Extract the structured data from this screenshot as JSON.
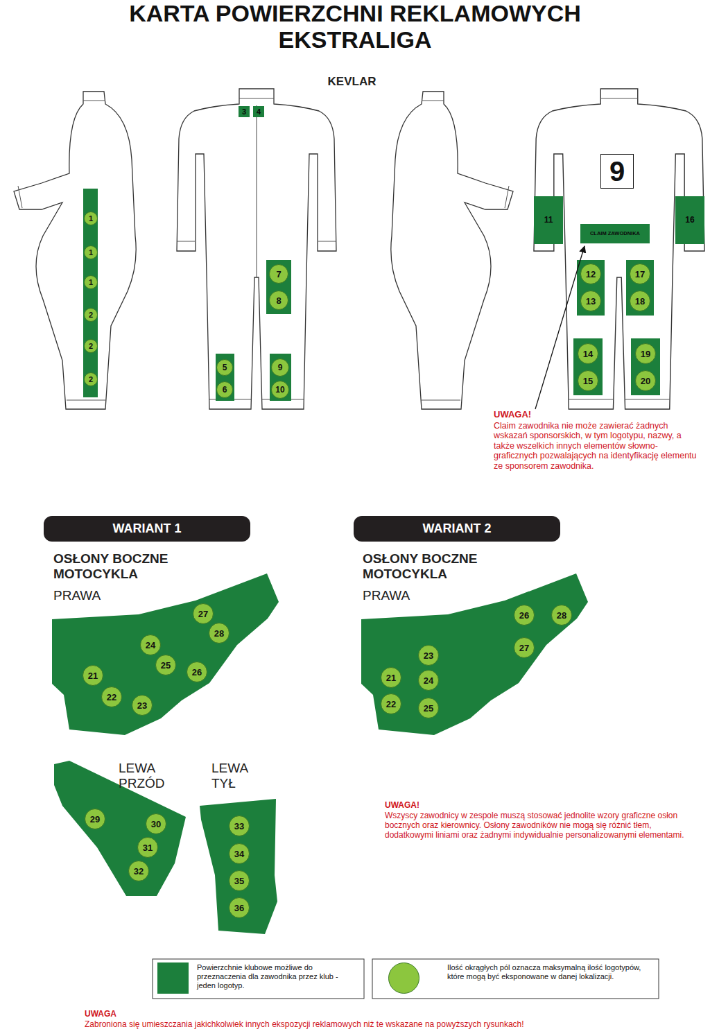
{
  "diagram": {
    "title": "KARTA POWIERZCHNI REKLAMOWYCH EKSTRALIGA",
    "nodes": [
      {
        "text": [
          "3"
        ]
      },
      {
        "text": [
          "4"
        ]
      },
      {
        "text": [
          "9"
        ]
      },
      {
        "text": [
          "1"
        ]
      },
      {
        "text": [
          "1"
        ]
      },
      {
        "text": [
          "1"
        ]
      },
      {
        "text": [
          "2"
        ]
      },
      {
        "text": [
          "2"
        ]
      },
      {
        "text": [
          "2"
        ]
      },
      {
        "text": [
          "7"
        ]
      },
      {
        "text": [
          "8"
        ]
      },
      {
        "text": [
          "5"
        ]
      },
      {
        "text": [
          "6"
        ]
      },
      {
        "text": [
          "9"
        ]
      },
      {
        "text": [
          "10"
        ]
      },
      {
        "text": [
          "11"
        ]
      },
      {
        "text": [
          "16"
        ]
      },
      {
        "text": [
          "CLAIM ZAWODNIKA"
        ]
      },
      {
        "text": [
          "12"
        ]
      },
      {
        "text": [
          "17"
        ]
      },
      {
        "text": [
          "13"
        ]
      },
      {
        "text": [
          "18"
        ]
      },
      {
        "text": [
          "14"
        ]
      },
      {
        "text": [
          "19"
        ]
      },
      {
        "text": [
          "15"
        ]
      },
      {
        "text": [
          "20"
        ]
      },
      {
        "text": [
          "WARIANT 1"
        ]
      },
      {
        "text": [
          "WARIANT 2"
        ]
      },
      {
        "text": [
          "27"
        ]
      },
      {
        "text": [
          "28"
        ]
      },
      {
        "text": [
          "24"
        ]
      },
      {
        "text": [
          "25"
        ]
      },
      {
        "text": [
          "26"
        ]
      },
      {
        "text": [
          "21"
        ]
      },
      {
        "text": [
          "22"
        ]
      },
      {
        "text": [
          "23"
        ]
      },
      {
        "text": [
          "26"
        ]
      },
      {
        "text": [
          "28"
        ]
      },
      {
        "text": [
          "27"
        ]
      },
      {
        "text": [
          "23"
        ]
      },
      {
        "text": [
          "21"
        ]
      },
      {
        "text": [
          "24"
        ]
      },
      {
        "text": [
          "22"
        ]
      },
      {
        "text": [
          "25"
        ]
      },
      {
        "text": [
          "29"
        ]
      },
      {
        "text": [
          "30"
        ]
      },
      {
        "text": [
          "31"
        ]
      },
      {
        "text": [
          "32"
        ]
      },
      {
        "text": [
          "33"
        ]
      },
      {
        "text": [
          "34"
        ]
      },
      {
        "text": [
          "35"
        ]
      },
      {
        "text": [
          "36"
        ]
      }
    ],
    "labels": [
      "KEVLAR",
      "UWAGA!",
      "Claim zawodnika nie może zawierać żadnych wskazań sponsorskich, w tym logotypu, nazwy, a także wszelkich innych elementów słowno-graficznych pozwalających na identyfikację elementu ze sponsorem zawodnika.",
      "OSŁONY BOCZNE MOTOCYKLA",
      "PRAWA",
      "OSŁONY BOCZNE MOTOCYKLA",
      "PRAWA",
      "LEWA PRZÓD",
      "LEWA TYŁ",
      "UWAGA!",
      "Wszyscy zawodnicy w zespole muszą stosować jednolite wzory graficzne osłon bocznych oraz kierownicy. Osłony zawodników nie mogą się różnić tłem, dodatkowymi liniami oraz żadnymi indywidualnie personalizowanymi elementami.",
      "UWAGA",
      "Zabroniona się umieszczania jakichkolwiek innych ekspozycji reklamowych niż te wskazane na powyższych rysunkach!"
    ],
    "legend": [
      {
        "text": "Powierzchnie klubowe możliwe do przeznaczenia dla zawodnika przez klub - jeden logotyp.",
        "color": "#1c7f3c"
      },
      {
        "text": "Ilość okrągłych pól oznacza maksymalną ilość logotypów, które mogą być eksponowane w danej lokalizacji.",
        "color": "#8cc63e"
      }
    ]
  }
}
